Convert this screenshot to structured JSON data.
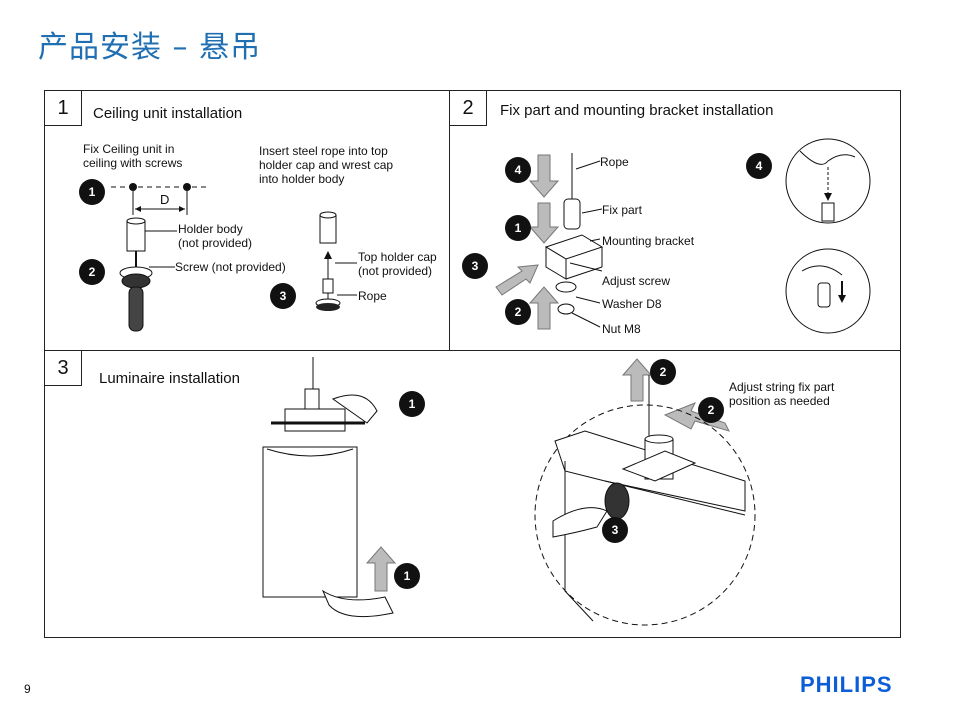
{
  "slide": {
    "title": "产品安装 – 悬吊",
    "page_number": "9",
    "logo_text": "PHILIPS",
    "brand_color": "#0b5ed7",
    "title_color": "#1f6fb2"
  },
  "panel1": {
    "number": "1",
    "title": "Ceiling unit installation",
    "step_left": "Fix Ceiling unit in ceiling with screws",
    "step_right": "Insert steel rope into top holder cap and wrest cap into holder body",
    "dimension": "D",
    "labels": {
      "holder_body": "Holder body",
      "holder_body_note": "(not provided)",
      "screw": "Screw (not provided)",
      "top_holder_cap": "Top holder cap",
      "top_holder_cap_note": "(not provided)",
      "rope": "Rope"
    },
    "badges": [
      "1",
      "2",
      "3"
    ]
  },
  "panel2": {
    "number": "2",
    "title": "Fix part and mounting bracket installation",
    "labels": {
      "rope": "Rope",
      "fix_part": "Fix part",
      "mounting_bracket": "Mounting bracket",
      "adjust_screw": "Adjust screw",
      "washer": "Washer D8",
      "nut": "Nut M8"
    },
    "badges": [
      "4",
      "1",
      "3",
      "2",
      "4"
    ]
  },
  "panel3": {
    "number": "3",
    "title": "Luminaire  installation",
    "note": "Adjust string fix part position as needed",
    "badges": [
      "1",
      "1",
      "2",
      "2",
      "3"
    ]
  }
}
